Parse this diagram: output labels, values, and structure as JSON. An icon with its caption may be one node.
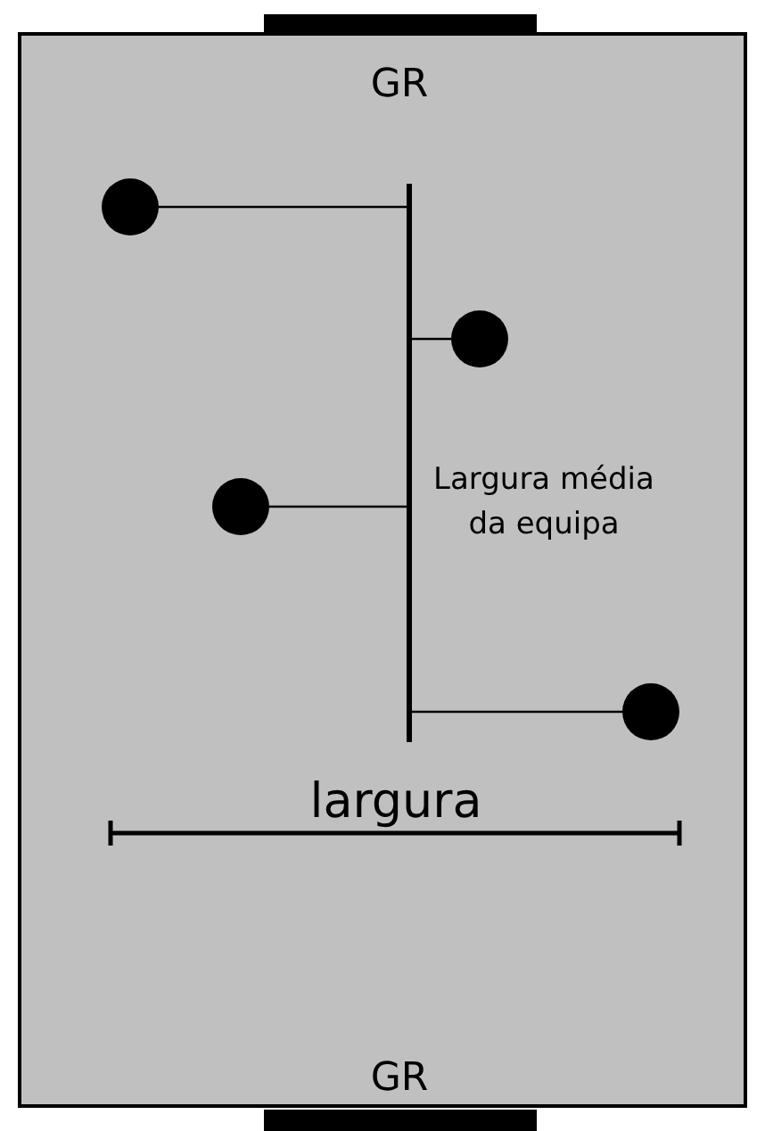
{
  "diagram": {
    "nodes": [
      {
        "text": [],
        "shape": "circle"
      },
      {
        "text": [],
        "shape": "circle"
      },
      {
        "text": [],
        "shape": "circle"
      },
      {
        "text": [],
        "shape": "circle"
      },
      {
        "text": [],
        "shape": "bar",
        "beside": [
          "Largura média da equipa"
        ]
      }
    ],
    "edges": [
      {
        "from": 0,
        "to": 4,
        "arrow": "none"
      },
      {
        "from": 1,
        "to": 4,
        "arrow": "none"
      },
      {
        "from": 2,
        "to": 4,
        "arrow": "none"
      },
      {
        "from": 3,
        "to": 4,
        "arrow": "none"
      }
    ],
    "labels": [
      "GR",
      "largura",
      "GR"
    ]
  }
}
